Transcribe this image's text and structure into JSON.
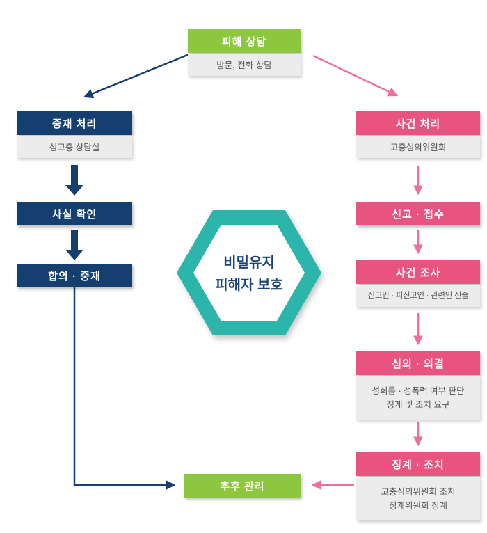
{
  "colors": {
    "green": "#8dc63f",
    "navy": "#153f6e",
    "pink": "#e8537f",
    "pinkarrow": "#ee6f9b",
    "teal": "#2cb5ab",
    "subbg": "#ececec",
    "subtext": "#555555",
    "hextext": "#1c4473"
  },
  "nodes": {
    "victim_consult": {
      "title": "피해 상담",
      "sub": "방문, 전화 상담"
    },
    "mediation_process": {
      "title": "중재 처리",
      "sub": "성고충 상담실"
    },
    "fact_check": {
      "title": "사실 확인"
    },
    "agreement_mediation": {
      "title": "합의 · 중재"
    },
    "case_process": {
      "title": "사건 처리",
      "sub": "고충심의위원회"
    },
    "report_receipt": {
      "title": "신고 · 접수"
    },
    "case_investigation": {
      "title": "사건 조사",
      "sub": "신고인 · 피신고인 · 관련인 진술"
    },
    "deliberation_decision": {
      "title": "심의 · 의결",
      "sub_lines": [
        "성희롱 · 성폭력 여부 판단",
        "징계 및 조치 요구"
      ]
    },
    "discipline_action": {
      "title": "징계 · 조치",
      "sub_lines": [
        "고충심의위원회 조치",
        "징계위원회 징계"
      ]
    },
    "follow_up": {
      "title": "추후 관리"
    }
  },
  "hexagon": {
    "line1": "비밀유지",
    "line2": "피해자 보호"
  }
}
